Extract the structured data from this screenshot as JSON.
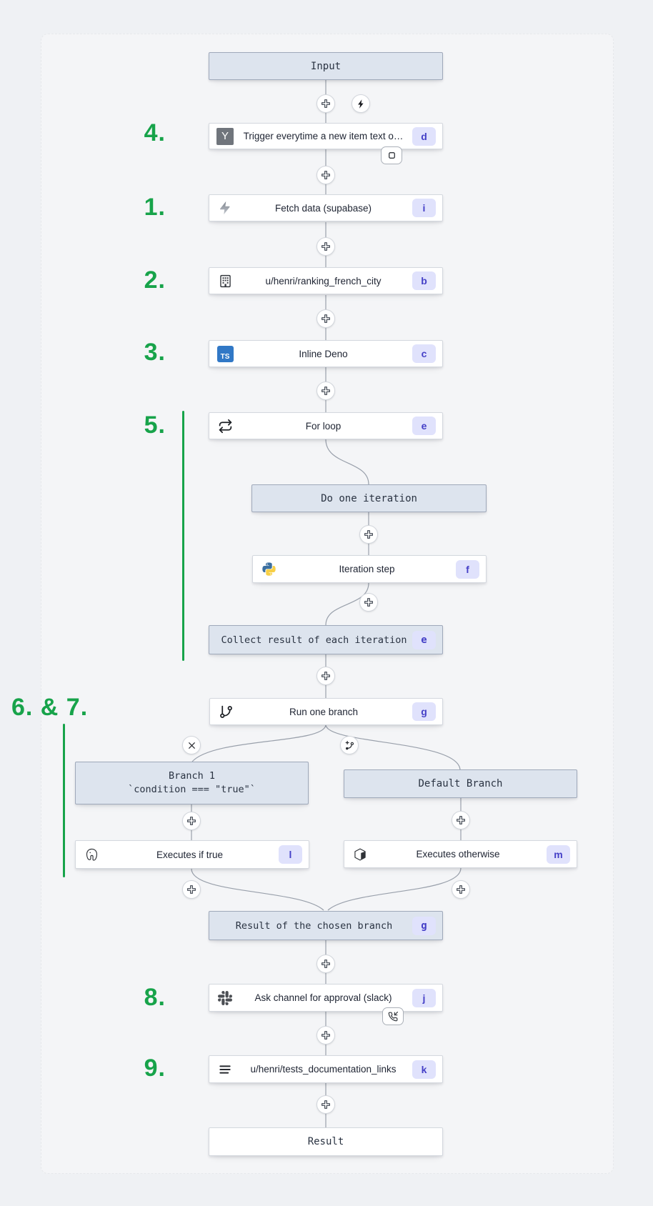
{
  "flow": {
    "annotations": {
      "n4": "4.",
      "n1": "1.",
      "n2": "2.",
      "n3": "3.",
      "n5": "5.",
      "n67": "6. & 7.",
      "n8": "8.",
      "n9": "9."
    },
    "nodes": {
      "input": {
        "label": "Input"
      },
      "trigger": {
        "label": "Trigger everytime a new item text o…",
        "badge": "d",
        "icon": "hackernews-y"
      },
      "fetch": {
        "label": "Fetch data (supabase)",
        "badge": "i",
        "icon": "supabase-bolt"
      },
      "ranking": {
        "label": "u/henri/ranking_french_city",
        "badge": "b",
        "icon": "building"
      },
      "inline_deno": {
        "label": "Inline Deno",
        "badge": "c",
        "icon": "typescript"
      },
      "for_loop": {
        "label": "For loop",
        "badge": "e",
        "icon": "repeat-loop"
      },
      "do_iteration": {
        "label": "Do one iteration"
      },
      "iteration_step": {
        "label": "Iteration step",
        "badge": "f",
        "icon": "python"
      },
      "collect": {
        "label": "Collect result of each iteration",
        "badge": "e"
      },
      "run_branch": {
        "label": "Run one branch",
        "badge": "g",
        "icon": "git-branch"
      },
      "branch1": {
        "title": "Branch 1",
        "condition": "`condition === \"true\"`"
      },
      "default_branch": {
        "label": "Default Branch"
      },
      "exec_true": {
        "label": "Executes if true",
        "badge": "l",
        "icon": "postgresql"
      },
      "exec_otherwise": {
        "label": "Executes otherwise",
        "badge": "m",
        "icon": "cube-package"
      },
      "chosen_result": {
        "label": "Result of the chosen branch",
        "badge": "g"
      },
      "slack_approval": {
        "label": "Ask channel for approval (slack)",
        "badge": "j",
        "icon": "slack"
      },
      "tests_links": {
        "label": "u/henri/tests_documentation_links",
        "badge": "k",
        "icon": "menu-lines"
      },
      "result": {
        "label": "Result"
      }
    },
    "icon_text": {
      "y": "Y",
      "ts": "TS"
    },
    "colors": {
      "annotation_green": "#17a34a",
      "badge_bg": "#e0e2fc",
      "badge_text": "#4540c7",
      "virtual_node_bg": "#dde4ee",
      "typescript_blue": "#3178c6",
      "edge_gray": "#99a0ab"
    }
  }
}
